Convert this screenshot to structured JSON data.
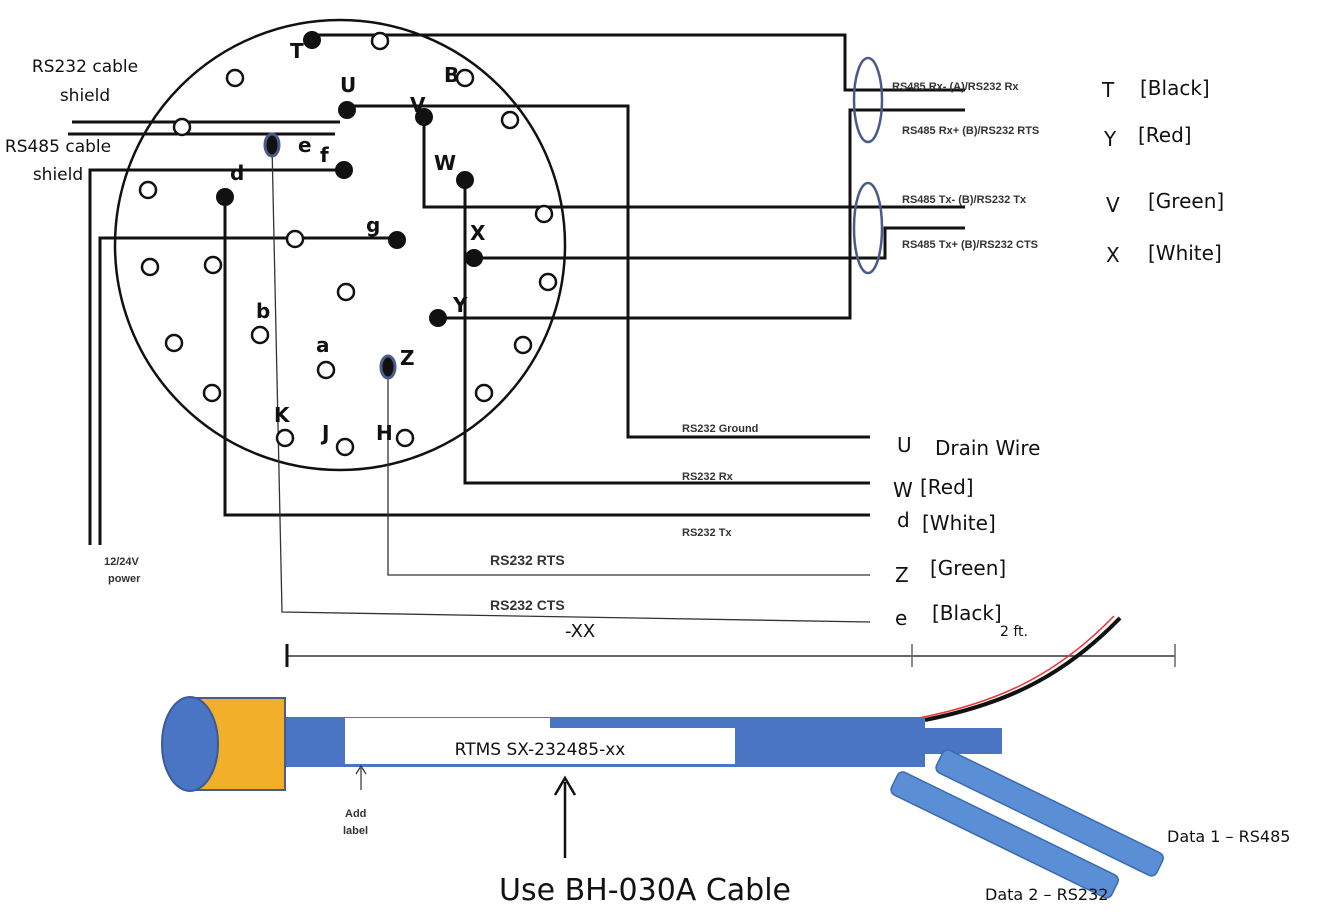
{
  "pins": {
    "T": "T",
    "U": "U",
    "B": "B",
    "V": "V",
    "W": "W",
    "X": "X",
    "Y": "Y",
    "Z": "Z",
    "d": "d",
    "e": "e",
    "f": "f",
    "g": "g",
    "a": "a",
    "b": "b",
    "K": "K",
    "J": "J",
    "H": "H"
  },
  "shields": {
    "rs232_line1": "RS232 cable",
    "rs232_line2": "shield",
    "rs485_line1": "RS485 cable",
    "rs485_line2": "shield"
  },
  "power": {
    "line1": "12/24V",
    "line2": "power"
  },
  "right_upper": [
    {
      "label": "RS485 Rx- (A)/RS232 Rx",
      "pin": "T",
      "color": "[Black]"
    },
    {
      "label": "RS485 Rx+ (B)/RS232 RTS",
      "pin": "Y",
      "color": "[Red]"
    },
    {
      "label": "RS485 Tx- (B)/RS232 Tx",
      "pin": "V",
      "color": "[Green]"
    },
    {
      "label": "RS485 Tx+ (B)/RS232 CTS",
      "pin": "X",
      "color": "[White]"
    }
  ],
  "right_lower": [
    {
      "label": "RS232 Ground",
      "pin": "U",
      "color": "Drain Wire"
    },
    {
      "label": "RS232 Rx",
      "pin": "W",
      "color": "[Red]"
    },
    {
      "label": "RS232 Tx",
      "pin": "d",
      "color": "[White]"
    },
    {
      "label": "RS232 RTS",
      "pin": "Z",
      "color": "[Green]"
    },
    {
      "label": "RS232 CTS",
      "pin": "e",
      "color": "[Black]"
    }
  ],
  "cable": {
    "length_xx": "-XX",
    "length_2ft": "2 ft.",
    "print_label": "RTMS SX-232485-xx",
    "add_label_1": "Add",
    "add_label_2": "label",
    "use_cable": "Use BH-030A Cable",
    "data1": "Data 1 – RS485",
    "data2": "Data 2 – RS232"
  }
}
